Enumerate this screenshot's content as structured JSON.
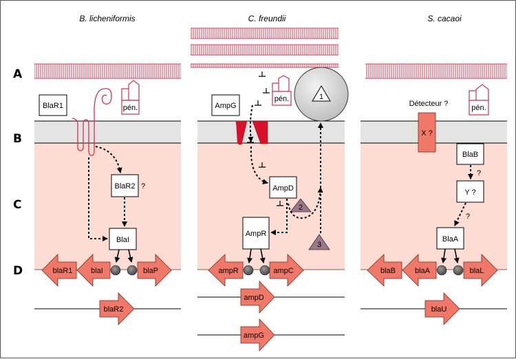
{
  "row_labels": [
    "A",
    "B",
    "C",
    "D"
  ],
  "colors": {
    "cell_wall": "#d8405a",
    "membrane": "#e4e4e4",
    "cytoplasm": "#fdddd3",
    "gene_fill": "#f07868",
    "protein_fill": "#f07868",
    "porin": "#d8102a",
    "sphere": "#d2d2d2",
    "triangle_fill": "#9a7a8a",
    "operator": "#606060"
  },
  "panels": [
    {
      "species": "B. licheniformis",
      "sensor_label": "BlaR1",
      "penicillin_label": "pén.",
      "proteins": [
        "BlaR2",
        "BlaI"
      ],
      "question_marks": [
        "?"
      ],
      "operon_genes": [
        "blaR1",
        "blaI",
        "blaP"
      ],
      "other_genes": [
        "blaR2"
      ]
    },
    {
      "species": "C. freundii",
      "sensor_label": "AmpG",
      "penicillin_label": "pén.",
      "proteins": [
        "AmpD",
        "AmpR"
      ],
      "triangles": [
        "1",
        "2",
        "3"
      ],
      "operon_genes": [
        "ampR",
        "ampC"
      ],
      "other_genes": [
        "ampD",
        "ampG"
      ]
    },
    {
      "species": "S. cacaoi",
      "sensor_label": "Détecteur ?",
      "membrane_protein": "X ?",
      "penicillin_label": "pén.",
      "proteins": [
        "BlaB",
        "Y ?",
        "BlaA"
      ],
      "question_marks": [
        "?",
        "?"
      ],
      "operon_genes": [
        "blaB",
        "blaA",
        "blaL"
      ],
      "other_genes": [
        "blaU"
      ]
    }
  ]
}
